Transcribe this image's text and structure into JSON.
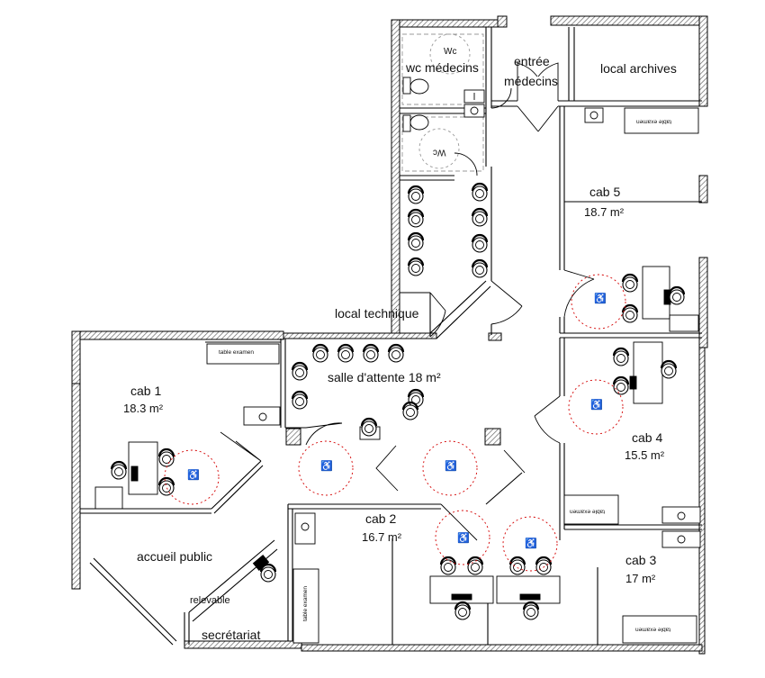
{
  "rooms": {
    "wc_medecins": {
      "name": "wc médecins",
      "wc_sign": "Wc"
    },
    "entree": {
      "name_line1": "entrée",
      "name_line2": "médecins"
    },
    "archives": {
      "name": "local archives"
    },
    "cab5": {
      "name": "cab 5",
      "area": "18.7 m²"
    },
    "local_technique": {
      "name": "local technique"
    },
    "salle_attente": {
      "name": "salle d'attente 18 m²"
    },
    "cab1": {
      "name": "cab 1",
      "area": "18.3 m²"
    },
    "cab4": {
      "name": "cab 4",
      "area": "15.5 m²"
    },
    "cab2": {
      "name": "cab 2",
      "area": "16.7 m²"
    },
    "cab3": {
      "name": "cab 3",
      "area": "17 m²"
    },
    "accueil": {
      "name": "accueil public"
    },
    "secretariat": {
      "name": "secrétariat"
    }
  },
  "furniture": {
    "table_examen": "table examen",
    "relevable": "relevable"
  },
  "symbols": {
    "accessible": "♿",
    "turning_circle_color": "#d40000",
    "wall_hatch_color": "#555555"
  }
}
